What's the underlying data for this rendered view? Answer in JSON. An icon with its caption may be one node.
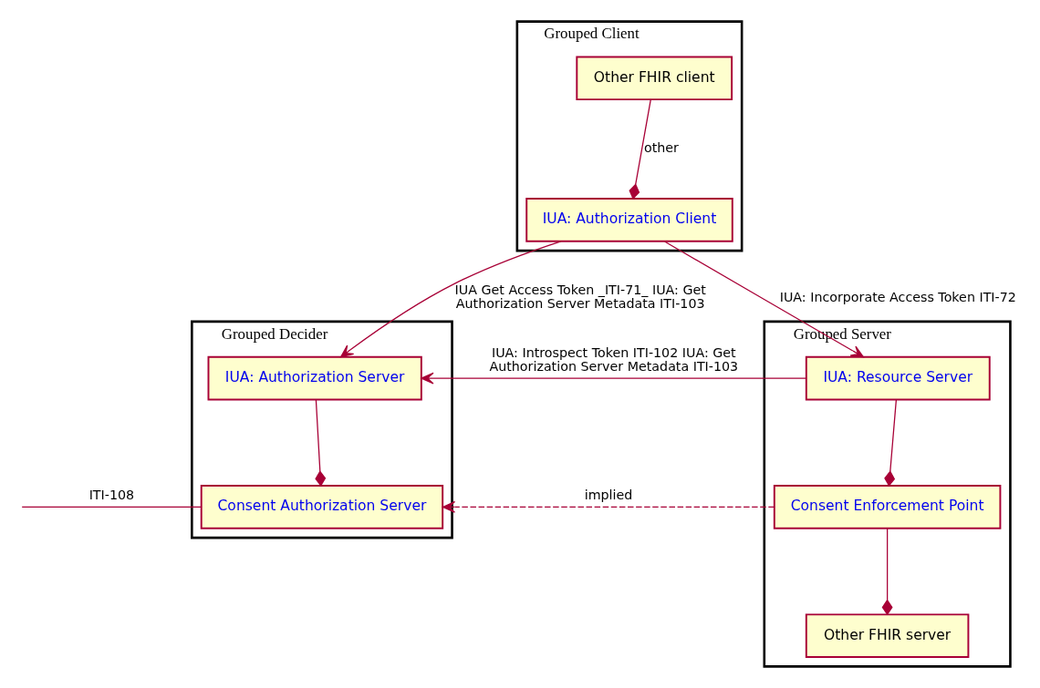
{
  "diagram": {
    "nodes": [
      {
        "text": [
          "Grouped Client"
        ]
      },
      {
        "text": [
          "Other FHIR client"
        ],
        "in": 0
      },
      {
        "text": [
          "IUA: Authorization Client"
        ],
        "in": 0
      },
      {
        "text": [
          "Grouped Decider"
        ]
      },
      {
        "text": [
          "IUA: Authorization Server"
        ],
        "in": 3
      },
      {
        "text": [
          "Consent Authorization Server"
        ],
        "in": 3
      },
      {
        "text": [
          "Grouped Server"
        ]
      },
      {
        "text": [
          "IUA: Resource Server"
        ],
        "in": 6
      },
      {
        "text": [
          "Consent Enforcement Point"
        ],
        "in": 6
      },
      {
        "text": [
          "Other FHIR server"
        ],
        "in": 6
      }
    ],
    "edges": [
      {
        "from": 1,
        "to": 2,
        "arrow": "other",
        "label": "other"
      },
      {
        "from": 2,
        "to": 4,
        "arrow": "to",
        "label": "IUA Get Access Token _ITI-71_ IUA: Get Authorization Server Metadata ITI-103"
      },
      {
        "from": 2,
        "to": 7,
        "arrow": "to",
        "label": "IUA: Incorporate Access Token ITI-72"
      },
      {
        "from": 7,
        "to": 4,
        "arrow": "to",
        "label": "IUA: Introspect Token ITI-102 IUA: Get Authorization Server Metadata ITI-103"
      },
      {
        "from": 4,
        "to": 5,
        "arrow": "other"
      },
      {
        "from": 8,
        "to": 5,
        "arrow": "to",
        "label": "implied",
        "style": "dashed"
      },
      {
        "from": 7,
        "to": 8,
        "arrow": "other"
      },
      {
        "from": 8,
        "to": 9,
        "arrow": "other"
      },
      {
        "from": null,
        "to": 5,
        "arrow": "none",
        "label": "ITI-108"
      }
    ]
  }
}
